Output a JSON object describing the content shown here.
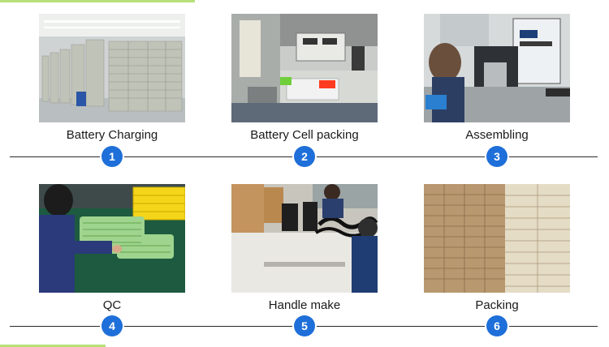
{
  "steps": [
    {
      "caption": "Battery Charging",
      "number": "1"
    },
    {
      "caption": "Battery Cell packing",
      "number": "2"
    },
    {
      "caption": "Assembling",
      "number": "3"
    },
    {
      "caption": "QC",
      "number": "4"
    },
    {
      "caption": "Handle make",
      "number": "5"
    },
    {
      "caption": "Packing",
      "number": "6"
    }
  ],
  "colors": {
    "badge": "#1e6fd9",
    "rule": "#2a2a2a",
    "accent": "#b8e07a"
  }
}
